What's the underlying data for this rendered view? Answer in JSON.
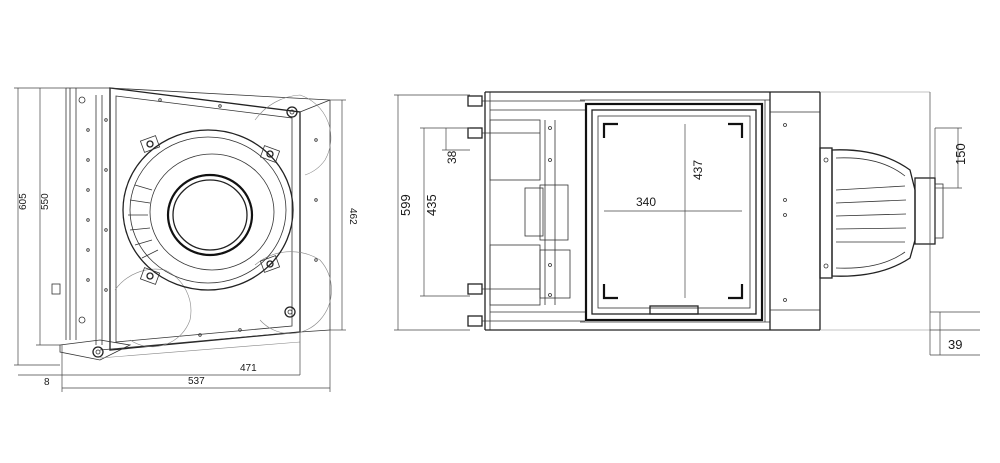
{
  "dimensions": {
    "left_view": {
      "height_outer": "605",
      "height_inner": "550",
      "height_right": "462",
      "width_small": "8",
      "width_mid": "471",
      "width_total": "537"
    },
    "right_view": {
      "depth_total": "599",
      "depth_inner": "435",
      "offset_top": "38",
      "opening_width": "340",
      "opening_height": "437",
      "flue_diameter": "150",
      "flue_offset": "39"
    }
  },
  "colors": {
    "line": "#222222",
    "background": "#ffffff"
  }
}
